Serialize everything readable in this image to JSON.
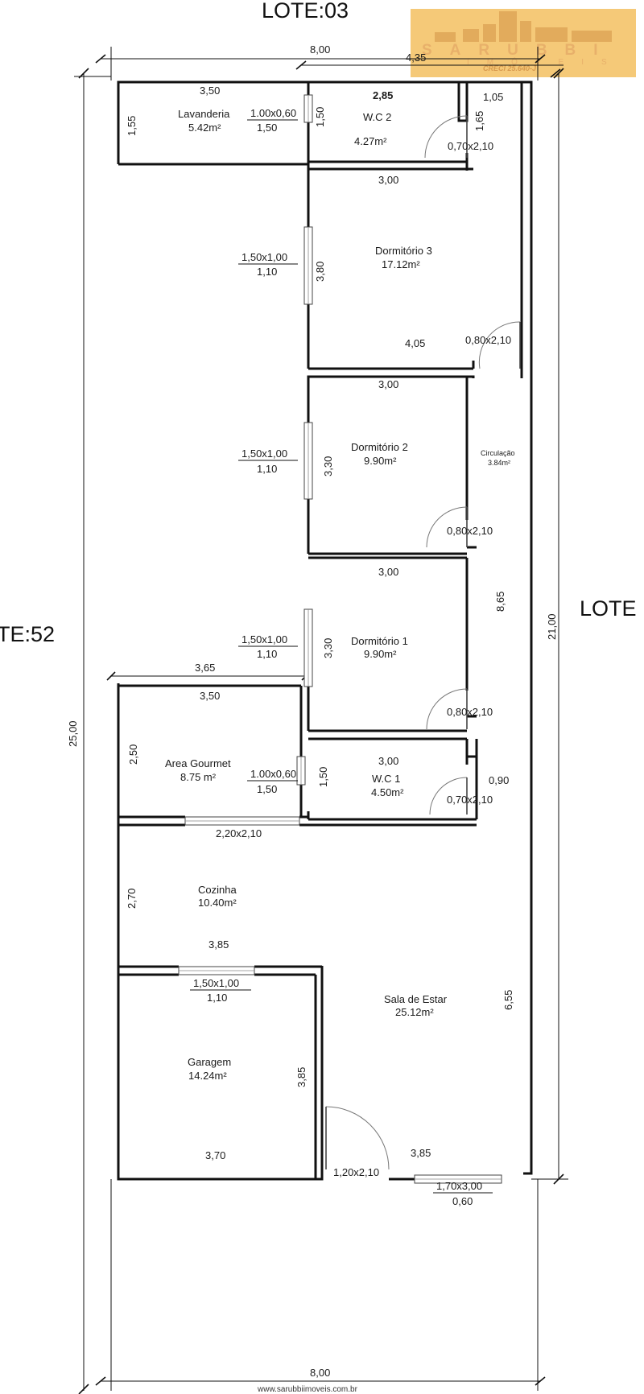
{
  "lots": {
    "top": "LOTE:03",
    "left": "TE:52",
    "right": "LOTE"
  },
  "logo": {
    "brand": "SARUBBI",
    "sub": "IMÓVEIS",
    "creci": "CRECI 25.640-J",
    "bg": "#f5c978"
  },
  "website": "www.sarubbiimoveis.com.br",
  "dims": {
    "top_width": "8,00",
    "top_partial": "4,35",
    "bottom_width": "8,00",
    "total_depth": "25,00",
    "right_depth": "21,00",
    "corridor": "8,65",
    "living_side": "6,55",
    "wc2_side": "1,65",
    "wc2_corner": "1,05",
    "wc1_side": "0,90",
    "side_yard": "3,65"
  },
  "rooms": {
    "lavanderia": {
      "name": "Lavanderia",
      "area": "5.42m²",
      "w": "3,50",
      "h": "1,55",
      "win_size": "1.00x0,60",
      "win_sill": "1,50"
    },
    "wc2": {
      "name": "W.C 2",
      "area": "4.27m²",
      "w": "2,85",
      "h": "1,50",
      "door": "0,70x2,10"
    },
    "dorm3": {
      "name": "Dormitório 3",
      "area": "17.12m²",
      "w": "3,00",
      "h": "3,80",
      "bottom": "4,05",
      "door": "0,80x2,10",
      "win_size": "1,50x1,00",
      "win_sill": "1,10"
    },
    "circ": {
      "name": "Circulação",
      "area": "3.84m²"
    },
    "dorm2": {
      "name": "Dormitório 2",
      "area": "9.90m²",
      "w": "3,00",
      "h": "3,30",
      "door": "0,80x2,10",
      "win_size": "1,50x1,00",
      "win_sill": "1,10"
    },
    "dorm1": {
      "name": "Dormitório 1",
      "area": "9.90m²",
      "w": "3,00",
      "h": "3,30",
      "door": "0,80x2,10",
      "win_size": "1,50x1,00",
      "win_sill": "1,10"
    },
    "gourmet": {
      "name": "Area Gourmet",
      "area": "8.75 m²",
      "w": "3,50",
      "h": "2,50",
      "win_size": "1.00x0,60",
      "win_sill": "1,50",
      "door": "2,20x2,10"
    },
    "wc1": {
      "name": "W.C 1",
      "area": "4.50m²",
      "w": "3,00",
      "h": "1,50",
      "door": "0,70x2,10"
    },
    "cozinha": {
      "name": "Cozinha",
      "area": "10.40m²",
      "w": "3,85",
      "h": "2,70",
      "win_size": "1,50x1,00",
      "win_sill": "1,10"
    },
    "garagem": {
      "name": "Garagem",
      "area": "14.24m²",
      "w": "3,70",
      "h": "3,85"
    },
    "sala": {
      "name": "Sala de Estar",
      "area": "25.12m²",
      "w": "3,85",
      "door": "1,20x2,10",
      "win_size": "1,70x3,00",
      "win_sill": "0,60"
    }
  }
}
